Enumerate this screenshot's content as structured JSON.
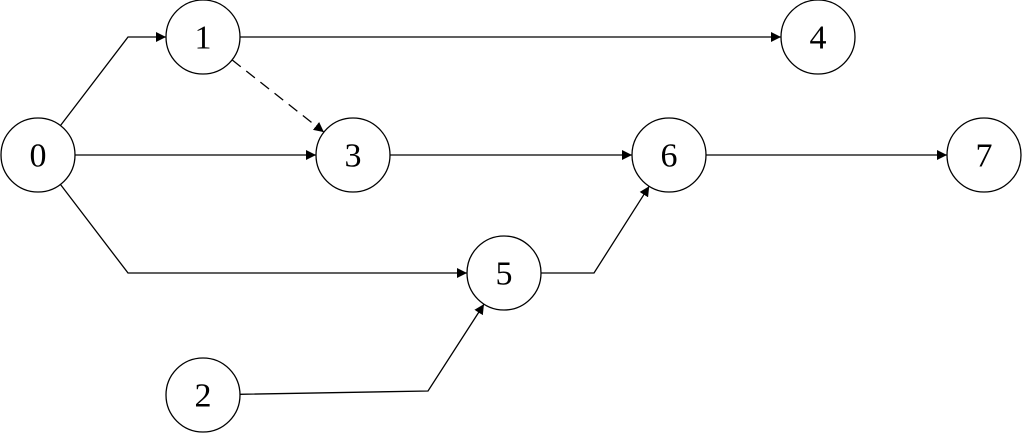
{
  "diagram": {
    "nodes": [
      {
        "id": "0",
        "label": "0"
      },
      {
        "id": "1",
        "label": "1"
      },
      {
        "id": "2",
        "label": "2"
      },
      {
        "id": "3",
        "label": "3"
      },
      {
        "id": "4",
        "label": "4"
      },
      {
        "id": "5",
        "label": "5"
      },
      {
        "id": "6",
        "label": "6"
      },
      {
        "id": "7",
        "label": "7"
      }
    ],
    "edges": [
      {
        "from": "0",
        "to": "1",
        "style": "solid"
      },
      {
        "from": "0",
        "to": "3",
        "style": "solid"
      },
      {
        "from": "0",
        "to": "5",
        "style": "solid"
      },
      {
        "from": "1",
        "to": "4",
        "style": "solid"
      },
      {
        "from": "1",
        "to": "3",
        "style": "dashed"
      },
      {
        "from": "3",
        "to": "6",
        "style": "solid"
      },
      {
        "from": "5",
        "to": "6",
        "style": "solid"
      },
      {
        "from": "2",
        "to": "5",
        "style": "solid"
      },
      {
        "from": "6",
        "to": "7",
        "style": "solid"
      }
    ],
    "colors": {
      "stroke": "#000000",
      "fill": "#ffffff"
    }
  }
}
